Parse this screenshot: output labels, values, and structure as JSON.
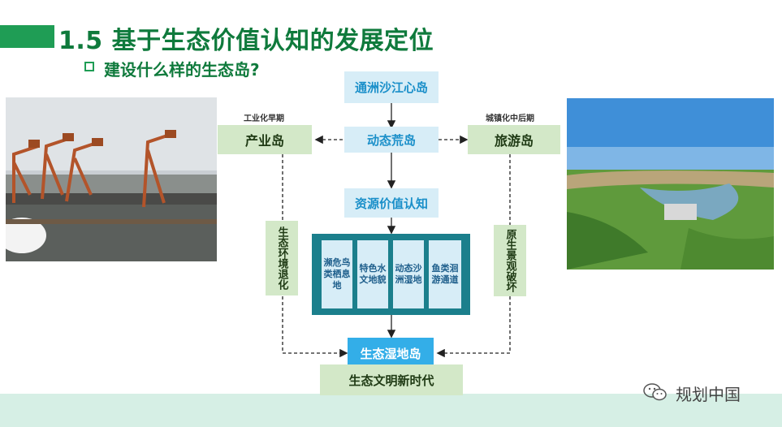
{
  "header": {
    "title": "1.5 基于生态价值认知的发展定位",
    "subtitle": "建设什么样的生态岛?"
  },
  "diagram": {
    "top_node": "通洲沙江心岛",
    "center_node": "动态荒岛",
    "left_node": "产业岛",
    "right_node": "旅游岛",
    "left_period": "工业化早期",
    "right_period": "城镇化中后期",
    "resource_node": "资源价值认知",
    "left_side_label": "生态环境退化",
    "right_side_label": "原生景观破坏",
    "resource_items": [
      "濒危鸟类栖息地",
      "特色水文地貌",
      "动态沙洲湿地",
      "鱼类洄游通道"
    ],
    "wetland_node": "生态湿地岛",
    "era_node": "生态文明新时代"
  },
  "watermark": "规划中国",
  "colors": {
    "brand_green": "#1f9d55",
    "title_green": "#0f7a3c",
    "light_blue": "#d7edf7",
    "light_green": "#d3e8c8",
    "teal": "#1b7f8c",
    "wetland_blue": "#33aee8"
  }
}
